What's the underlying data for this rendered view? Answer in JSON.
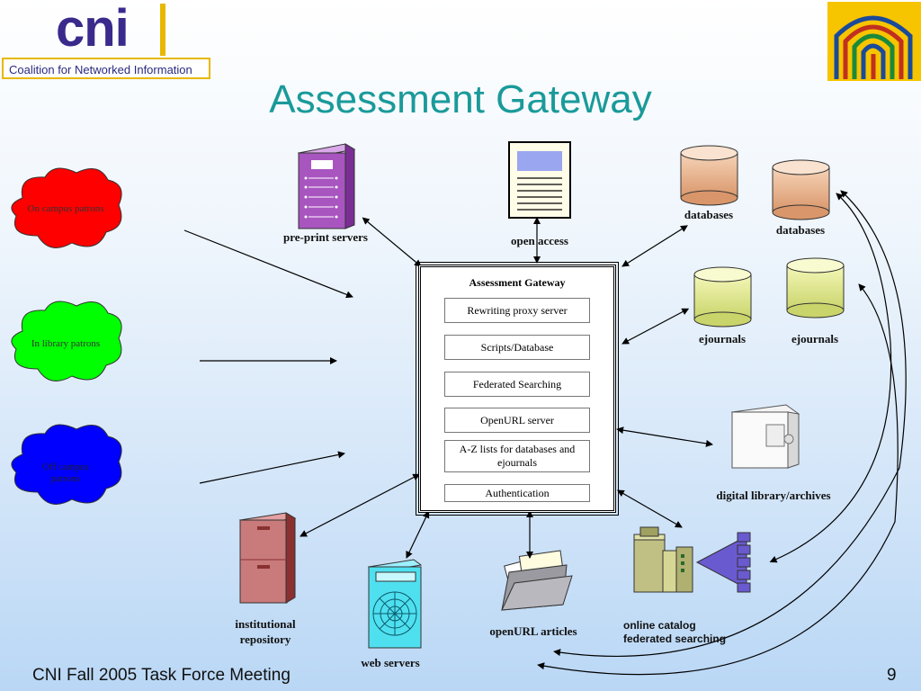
{
  "logo": {
    "word": "cni",
    "tagline": "Coalition for Networked Information"
  },
  "title": "Assessment Gateway",
  "footer": {
    "event": "CNI Fall 2005 Task Force Meeting",
    "page": "9"
  },
  "patrons": [
    {
      "label": "On campus patrons",
      "color": "#ff0000"
    },
    {
      "label": "In library patrons",
      "color": "#00ff00"
    },
    {
      "label": "Off campus patrons",
      "color": "#0000ff"
    }
  ],
  "gateway": {
    "title": "Assessment Gateway",
    "items": [
      "Rewriting proxy server",
      "Scripts/Database",
      "Federated Searching",
      "OpenURL server",
      "A-Z lists for databases and ejournals",
      "Authentication"
    ]
  },
  "resources": {
    "preprint": "pre-print servers",
    "open_access": "open access",
    "databases_1": "databases",
    "databases_2": "databases",
    "ejournals_1": "ejournals",
    "ejournals_2": "ejournals",
    "digital_library": "digital library/archives",
    "institutional_repository": "institutional repository",
    "web_servers": "web servers",
    "openurl_articles": "openURL articles",
    "online_catalog": "online catalog",
    "federated_searching": "federated searching"
  },
  "colors": {
    "title": "#1a9a9a",
    "logo": "#3a2a8c",
    "logo_border": "#e8b800"
  }
}
